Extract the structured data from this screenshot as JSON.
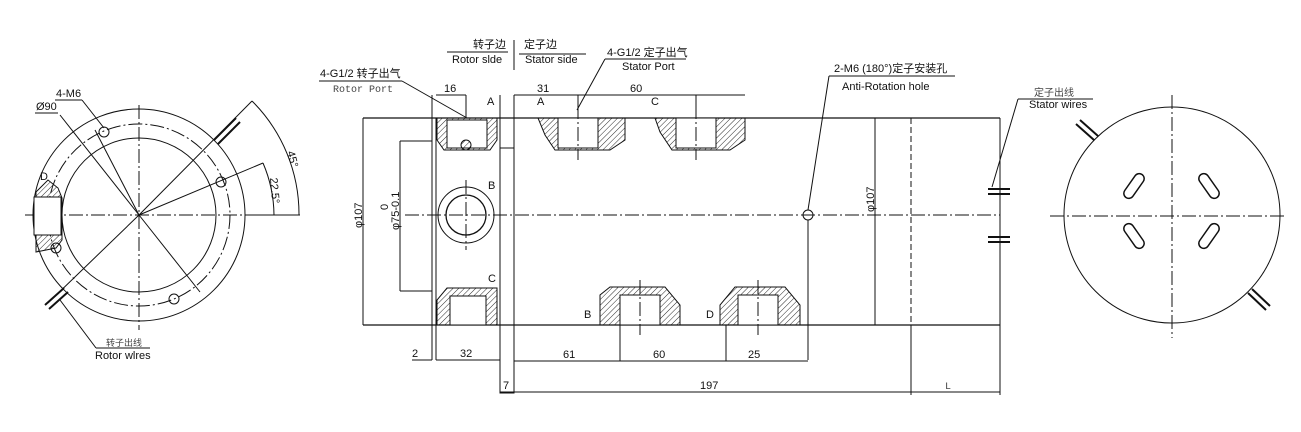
{
  "header": {
    "rotor_side_cn": "转子边",
    "rotor_side_en": "Rotor slde",
    "stator_side_cn": "定子边",
    "stator_side_en": "Stator side"
  },
  "left_view": {
    "holes_label": "4-M6",
    "pcd_label": "Ø90",
    "port_letter": "D",
    "angle_outer": "45°",
    "angle_inner": "22.5°",
    "wires_cn": "转子出线",
    "wires_en": "Rotor wlres"
  },
  "side_view": {
    "rotor_port_cn": "4-G1/2 转子出气",
    "rotor_port_en": "Rotor Port",
    "stator_port_cn": "4-G1/2 定子出气",
    "stator_port_en": "Stator Port",
    "anti_rotation_cn": "2-M6 (180°)定子安装孔",
    "anti_rotation_en": "Anti-Rotation hole",
    "stator_wires_cn": "定子出线",
    "stator_wires_en": "Stator wires",
    "port_letters": {
      "rotor_top": "A",
      "rotor_mid": "B",
      "rotor_bottom": "C",
      "stator_top_1": "A",
      "stator_top_2": "C",
      "stator_bottom_1": "B",
      "stator_bottom_2": "D"
    },
    "dims": {
      "d16": "16",
      "d31": "31",
      "d60_top": "60",
      "dia107_left": "φ107",
      "tol_upper": "0",
      "dia75": "φ75-0.1",
      "dia107_right": "φ107",
      "d2": "2",
      "d32": "32",
      "d61": "61",
      "d60_bottom": "60",
      "d25": "25",
      "d7": "7",
      "d197": "197",
      "dL": "L"
    }
  }
}
